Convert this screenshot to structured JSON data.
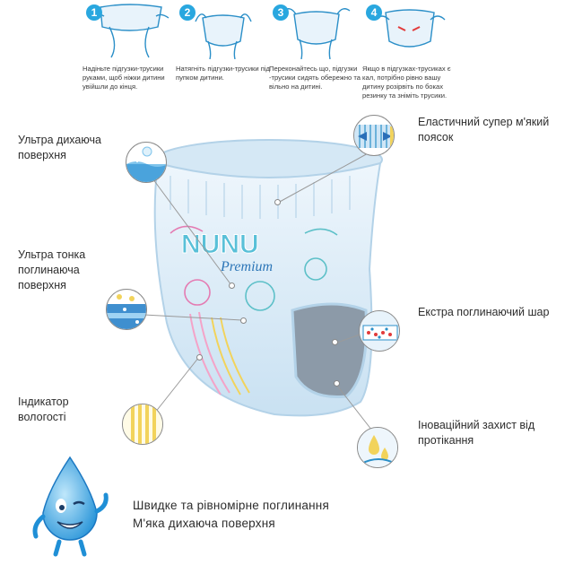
{
  "steps": [
    {
      "number": "1",
      "text": "Надіньте підгузки-трусики руками, щоб ніжки дитини увійшли до кінця."
    },
    {
      "number": "2",
      "text": "Натягніть підгузки-трусики під пупком дитини."
    },
    {
      "number": "3",
      "text": "Переконайтесь що, підгузки -трусики сидять обережно та вільно на дитині."
    },
    {
      "number": "4",
      "text": "Якщо в підгузках-трусиках є кал, потрібно рівно вашу дитину розірвіть по боках резинку та зніміть трусики."
    }
  ],
  "features": {
    "breathable": "Ультра дихаюча поверхня",
    "thin": "Ультра тонка поглинаюча поверхня",
    "indicator": "Індикатор вологості",
    "waistband": "Еластичний супер м'який поясок",
    "extra_layer": "Екстра поглинаючий шар",
    "leak": "Іноваційний захист від протікання"
  },
  "product": {
    "brand": "NUNU",
    "line": "Premium"
  },
  "bottom": {
    "line1": "Швидке та рівномірне поглинання",
    "line2": "М'яка дихаюча поверхня"
  },
  "colors": {
    "accent": "#29a7df",
    "diaper": "#dcecf7",
    "text": "#2d2d2d"
  }
}
